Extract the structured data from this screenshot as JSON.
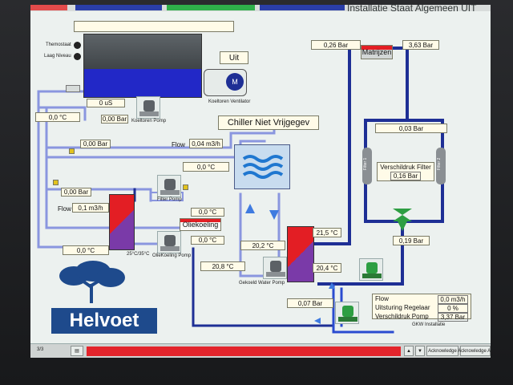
{
  "header": {
    "title": "Installatie Staat Algemeen UIT"
  },
  "cooling_tower": {
    "thermostaat": "Themostaat",
    "laag_niveau": "Laag Niveau",
    "fan_state": "Uit",
    "fan_label": "Koeltoren Ventilator",
    "conductivity": "0 uS",
    "temp": "0,0 °C",
    "pump_pressure": "0,00 Bar",
    "pump_label": "Koeltoren Pomp",
    "pressure_2": "0,00 Bar",
    "pressure_3": "0,00 Bar"
  },
  "chiller": {
    "status": "Chiller Niet Vrijgegev",
    "flow_label": "Flow",
    "flow_value": "0,04 m3/h",
    "temp_in": "0,0 °C"
  },
  "oil": {
    "flow_label": "Flow",
    "flow_value": "0,1 m3/h",
    "filter_pump_label": "Filter Pomp",
    "cooler_label": "Oliekoeling",
    "temp_1": "0,0 °C",
    "temp_2": "0,0 °C",
    "hx_label": "25°C/35°C",
    "pump_label": "OlieKoeling Pomp",
    "temp_3": "0,0 °C"
  },
  "chilled": {
    "temp_a": "20,2 °C",
    "temp_b": "20,8 °C",
    "pump_label": "Gekoeld Water Pomp",
    "temp_c": "21,5 °C",
    "temp_d": "20,4 °C",
    "pressure": "0,07 Bar"
  },
  "molds": {
    "pressure_in": "0,26 Bar",
    "label": "Matrijzen",
    "pressure_out": "3,63 Bar"
  },
  "filter": {
    "pressure_top": "0,03 Bar",
    "filter1": "Filter 1",
    "filter2": "Filter 2",
    "diff_label": "Verschildruk Filter",
    "diff_value": "0,16 Bar",
    "pressure_bottom": "0,19 Bar"
  },
  "regulation": {
    "flow_label": "Flow",
    "flow_value": "0,0 m3/h",
    "valve_label": "Uitsturing Regelaar",
    "valve_value": "0 %",
    "pump_label": "Verschildruk Pomp",
    "pump_value": "3,37 Bar",
    "gkw_label": "GKW Installatie"
  },
  "logo": {
    "text": "Helvoet"
  },
  "statusbar": {
    "page": "3/3",
    "btn_ack": "Acknowledge",
    "btn_ack_all": "Acknowledge All"
  },
  "colors": {
    "pipe": "#1e2f95",
    "pipe_light": "#8a96df",
    "hot": "#e31e24",
    "hx_purple": "#7a3aa8",
    "alarm": "#e3242b"
  }
}
